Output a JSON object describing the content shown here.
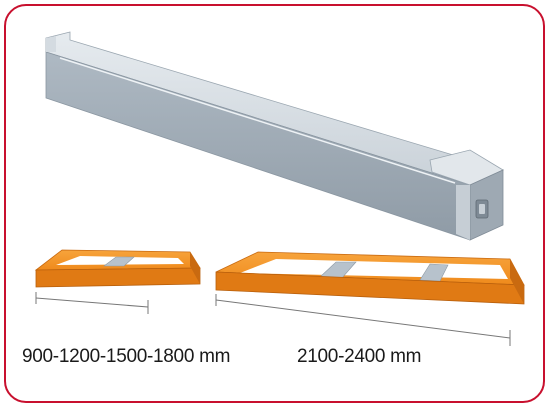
{
  "product": {
    "beam": {
      "icon": "galvanized-steel-beam"
    },
    "frame_small": {
      "icon": "orange-frame-1-crossbar",
      "size_label": "900-1200-1500-1800 mm"
    },
    "frame_large": {
      "icon": "orange-frame-2-crossbars",
      "size_label": "2100-2400 mm"
    }
  },
  "colors": {
    "border": "#c8102e",
    "frame_orange": "#f08c1e",
    "steel": "#b7c2cc"
  }
}
